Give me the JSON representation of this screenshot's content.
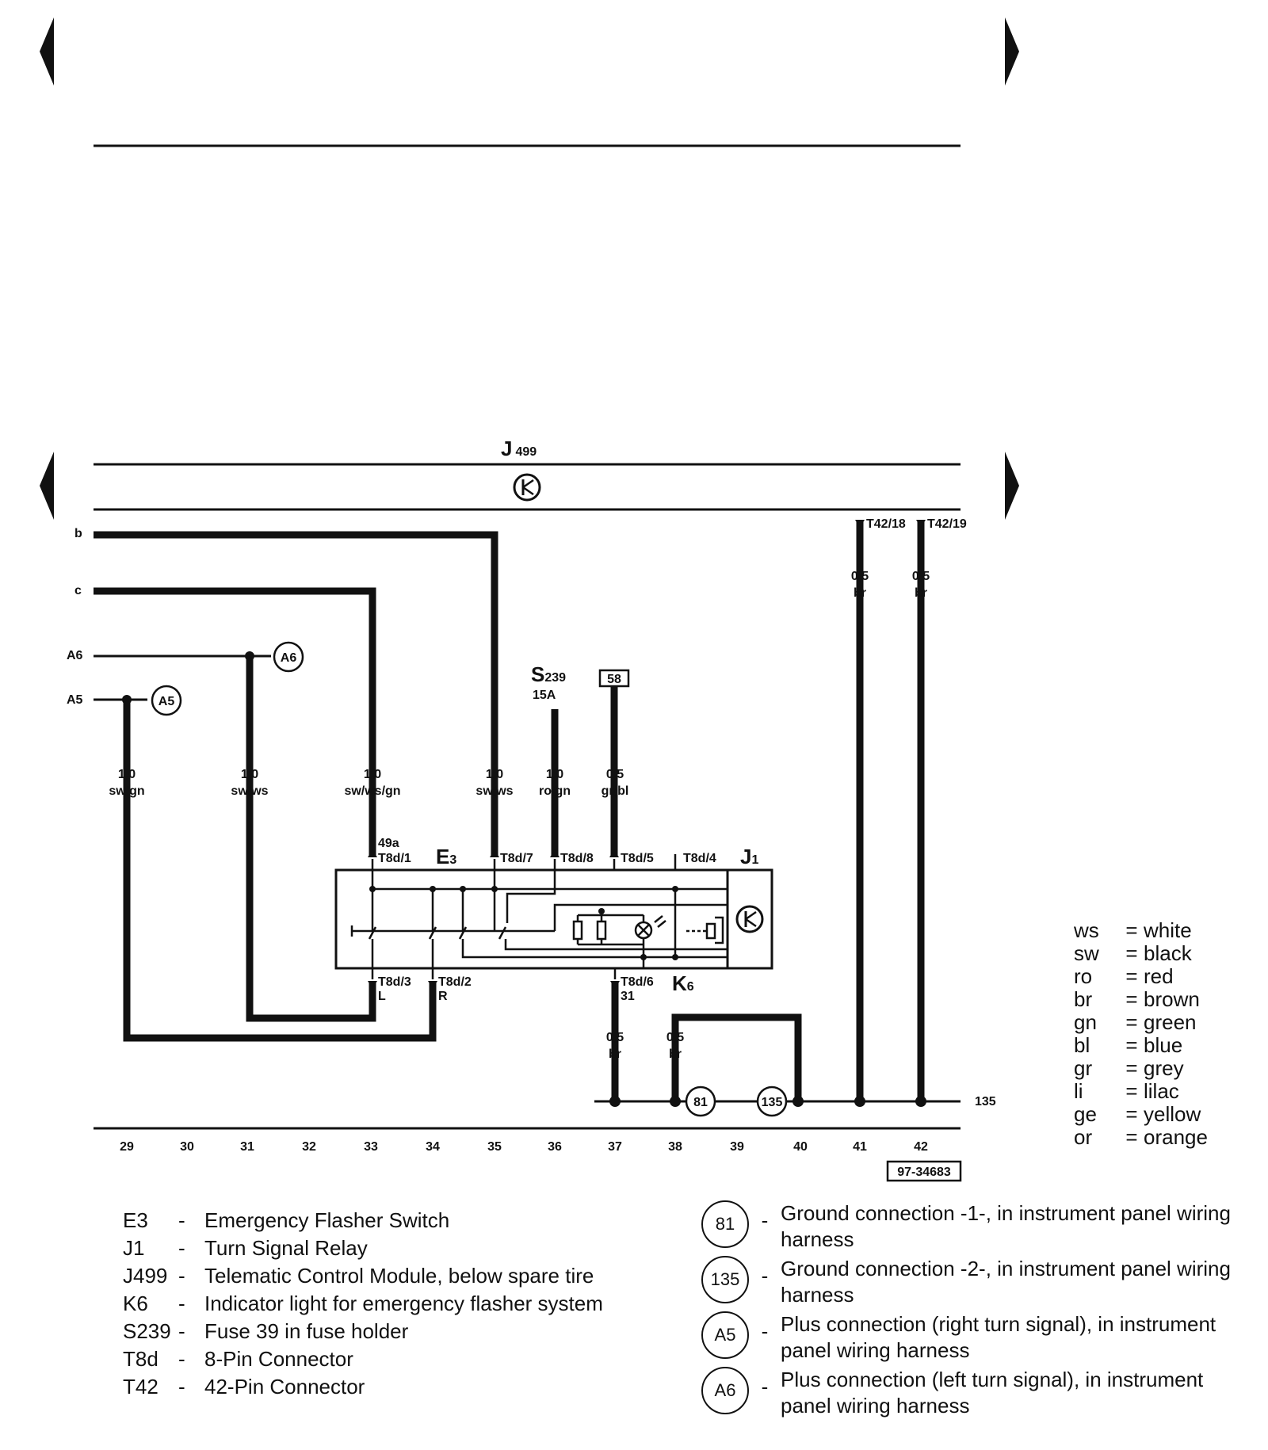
{
  "components": {
    "module": {
      "name": "J",
      "sub": "499"
    },
    "switch": {
      "name": "E",
      "sub": "3"
    },
    "relay": {
      "name": "J",
      "sub": "1"
    },
    "lamp": {
      "name": "K",
      "sub": "6"
    },
    "fuse": {
      "name": "S",
      "sub": "239",
      "rating": "15A"
    },
    "terminal_58": "58"
  },
  "wires": [
    {
      "id": "w29",
      "gauge": "1,0",
      "color": "sw/gn"
    },
    {
      "id": "w31",
      "gauge": "1,0",
      "color": "sw/ws"
    },
    {
      "id": "w33",
      "gauge": "1,0",
      "color": "sw/ws/gn"
    },
    {
      "id": "w35",
      "gauge": "1,0",
      "color": "sw/ws"
    },
    {
      "id": "w36",
      "gauge": "1,0",
      "color": "ro/gn"
    },
    {
      "id": "w37",
      "gauge": "0,5",
      "color": "gr/bl"
    },
    {
      "id": "w41",
      "gauge": "0,5",
      "color": "br"
    },
    {
      "id": "w42",
      "gauge": "0,5",
      "color": "br"
    },
    {
      "id": "w37b",
      "gauge": "0,5",
      "color": "br"
    },
    {
      "id": "w38",
      "gauge": "0,5",
      "color": "br"
    }
  ],
  "pins": {
    "t8d1": "T8d/1",
    "t8d1_term": "49a",
    "t8d7": "T8d/7",
    "t8d8": "T8d/8",
    "t8d5": "T8d/5",
    "t8d4": "T8d/4",
    "t8d3": "T8d/3",
    "t8d3_term": "L",
    "t8d2": "T8d/2",
    "t8d2_term": "R",
    "t8d6": "T8d/6",
    "t8d6_term": "31",
    "t42_18": "T42/18",
    "t42_19": "T42/19"
  },
  "line_refs": {
    "b": "b",
    "c": "c",
    "a6": "A6",
    "a5": "A5"
  },
  "connectors": {
    "a6": "A6",
    "a5": "A5",
    "g81": "81",
    "g135": "135"
  },
  "ground_bus_ref": "135",
  "tracks": [
    "29",
    "30",
    "31",
    "32",
    "33",
    "34",
    "35",
    "36",
    "37",
    "38",
    "39",
    "40",
    "41",
    "42"
  ],
  "figure_number": "97-34683",
  "color_legend": [
    {
      "code": "ws",
      "eq": "=",
      "name": "white"
    },
    {
      "code": "sw",
      "eq": "=",
      "name": "black"
    },
    {
      "code": "ro",
      "eq": "=",
      "name": "red"
    },
    {
      "code": "br",
      "eq": "=",
      "name": "brown"
    },
    {
      "code": "gn",
      "eq": "=",
      "name": "green"
    },
    {
      "code": "bl",
      "eq": "=",
      "name": "blue"
    },
    {
      "code": "gr",
      "eq": "=",
      "name": "grey"
    },
    {
      "code": "li",
      "eq": "=",
      "name": "lilac"
    },
    {
      "code": "ge",
      "eq": "=",
      "name": "yellow"
    },
    {
      "code": "or",
      "eq": "=",
      "name": "orange"
    }
  ],
  "component_legend": [
    {
      "code": "E3",
      "dash": "-",
      "desc": "Emergency Flasher Switch"
    },
    {
      "code": "J1",
      "dash": "-",
      "desc": "Turn Signal Relay"
    },
    {
      "code": "J499",
      "dash": "-",
      "desc": "Telematic Control Module, below spare tire"
    },
    {
      "code": "K6",
      "dash": "-",
      "desc": "Indicator light for emergency flasher system"
    },
    {
      "code": "S239",
      "dash": "-",
      "desc": "Fuse 39 in fuse holder"
    },
    {
      "code": "T8d",
      "dash": "-",
      "desc": "8-Pin Connector"
    },
    {
      "code": "T42",
      "dash": "-",
      "desc": "42-Pin Connector"
    }
  ],
  "connection_legend": [
    {
      "sym": "81",
      "dash": "-",
      "desc": "Ground connection -1-, in instrument panel wiring harness"
    },
    {
      "sym": "135",
      "dash": "-",
      "desc": "Ground connection -2-, in instrument panel wiring harness"
    },
    {
      "sym": "A5",
      "dash": "-",
      "desc": "Plus connection (right turn signal), in instrument panel wiring harness"
    },
    {
      "sym": "A6",
      "dash": "-",
      "desc": "Plus connection (left turn signal), in instrument panel wiring harness"
    }
  ]
}
